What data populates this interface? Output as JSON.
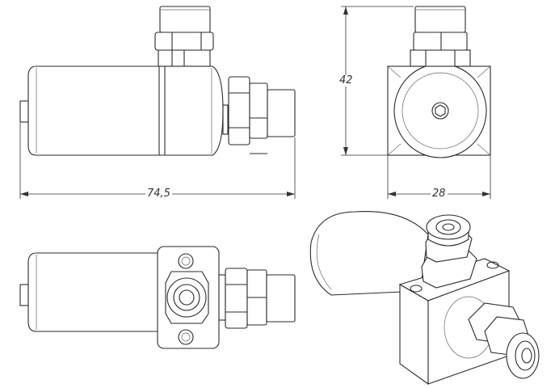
{
  "dimensions": {
    "length": "74,5",
    "height": "42",
    "width": "28"
  }
}
